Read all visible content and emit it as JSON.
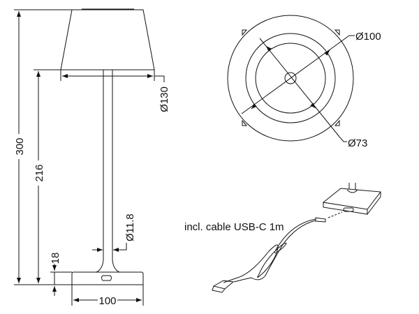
{
  "side_view": {
    "height_total": "300",
    "height_stem": "216",
    "base_height": "18",
    "shade_diameter": "Ø130",
    "stem_diameter": "Ø11.8",
    "base_width": "100"
  },
  "top_view": {
    "outer_diameter": "Ø100",
    "inner_diameter": "Ø73"
  },
  "cable": {
    "caption": "incl. cable USB-C 1m"
  }
}
